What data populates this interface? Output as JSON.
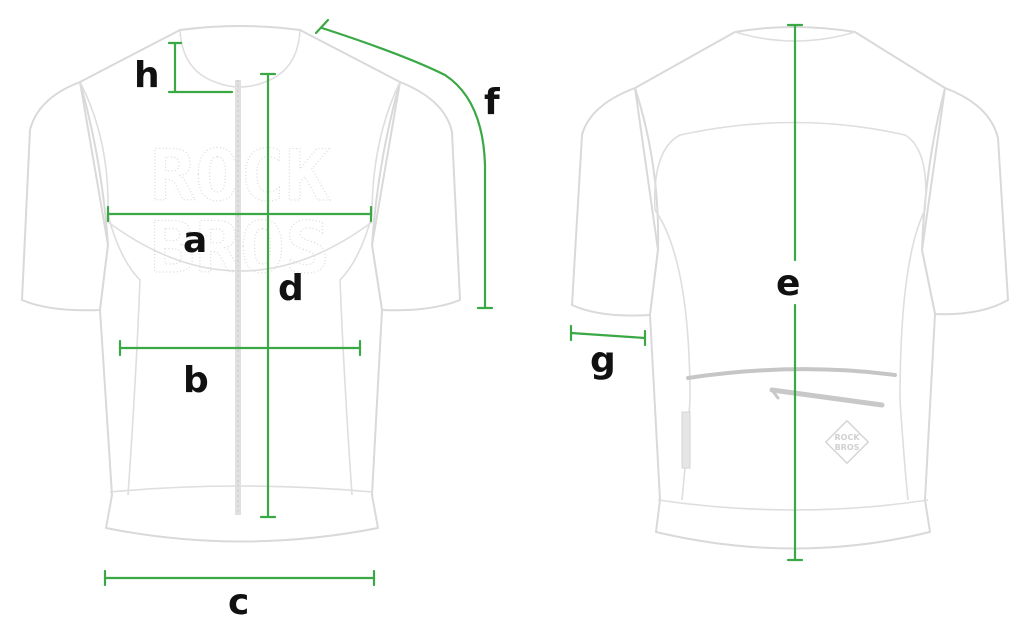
{
  "diagram": {
    "front_watermark": [
      "ROCK",
      "BROS"
    ],
    "back_logo": [
      "ROCK",
      "BROS"
    ],
    "labels": {
      "a": "a",
      "b": "b",
      "c": "c",
      "d": "d",
      "e": "e",
      "f": "f",
      "g": "g",
      "h": "h"
    },
    "colors": {
      "measure_line": "#3aa845",
      "outline": "#d9d9d9",
      "label": "#111111"
    }
  }
}
